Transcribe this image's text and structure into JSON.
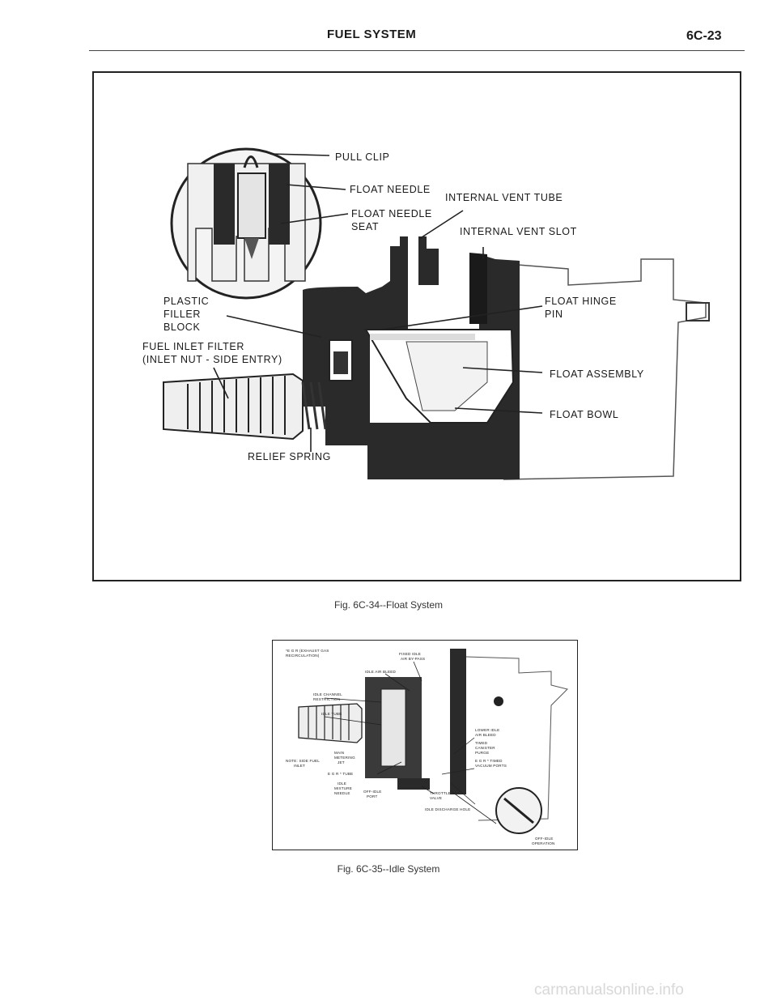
{
  "header": {
    "title": "FUEL SYSTEM",
    "page": "6C-23"
  },
  "figure1": {
    "caption": "Fig. 6C-34--Float System",
    "labels": {
      "pull_clip": "PULL CLIP",
      "float_needle": "FLOAT NEEDLE",
      "float_needle_seat_1": "FLOAT NEEDLE",
      "float_needle_seat_2": "SEAT",
      "internal_vent_tube": "INTERNAL VENT TUBE",
      "internal_vent_slot": "INTERNAL VENT SLOT",
      "plastic_filler_1": "PLASTIC",
      "plastic_filler_2": "FILLER",
      "plastic_filler_3": "BLOCK",
      "float_hinge_1": "FLOAT HINGE",
      "float_hinge_2": "PIN",
      "fuel_inlet_1": "FUEL INLET FILTER",
      "fuel_inlet_2": "(INLET NUT - SIDE ENTRY)",
      "float_assembly": "FLOAT ASSEMBLY",
      "float_bowl": "FLOAT BOWL",
      "relief_spring": "RELIEF SPRING"
    }
  },
  "figure2": {
    "caption": "Fig. 6C-35--Idle System",
    "labels": {
      "egr_1": "*E G R (EXHAUST GAS",
      "egr_2": "RECIRCULATION)",
      "fixed_idle_1": "FIXED IDLE",
      "fixed_idle_2": "AIR BY-PASS",
      "idle_air_bleed": "IDLE AIR BLEED",
      "idle_channel_1": "IDLE CHANNEL",
      "idle_channel_2": "RESTRICTION",
      "idle_tube": "IDLE TUBE",
      "lower_idle_1": "LOWER IDLE",
      "lower_idle_2": "AIR BLEED",
      "timed_1": "TIMED",
      "timed_2": "CANISTER",
      "timed_3": "PURGE",
      "egr_timed_1": "E G R * TIMED",
      "egr_timed_2": "VACUUM PORTS",
      "note_1": "NOTE: SIDE FUEL",
      "note_2": "INLET",
      "main_1": "MAIN",
      "main_2": "METERING",
      "main_3": "JET",
      "egr_tube": "E G R * TUBE",
      "idle_mix_1": "IDLE",
      "idle_mix_2": "MIXTURE",
      "idle_mix_3": "NEEDLE",
      "offidle_port_1": "OFF-IDLE",
      "offidle_port_2": "PORT",
      "throttle_1": "THROTTLE",
      "throttle_2": "VALVE",
      "idle_discharge": "IDLE DISCHARGE HOLE",
      "offidle_op_1": "OFF-IDLE",
      "offidle_op_2": "OPERATION"
    }
  },
  "watermark": "carmanualsonline.info"
}
